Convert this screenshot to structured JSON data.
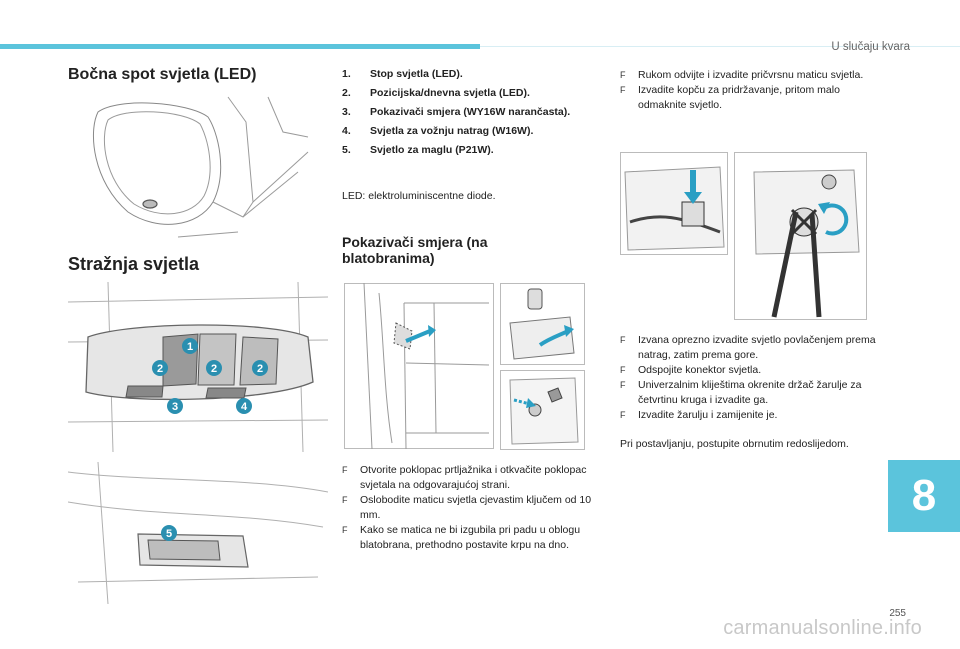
{
  "header": {
    "chapter_title": "U slučaju kvara"
  },
  "sections": {
    "spot_lights_title": "Bočna spot svjetla (LED)",
    "rear_lights_title": "Stražnja svjetla",
    "indicators_title": "Pokazivači smjera (na blatobranima)"
  },
  "rear_lights_list": [
    {
      "num": "1.",
      "text": "Stop svjetla (LED)."
    },
    {
      "num": "2.",
      "text": "Pozicijska/dnevna svjetla (LED)."
    },
    {
      "num": "3.",
      "text": "Pokazivači smjera (WY16W narančasta)."
    },
    {
      "num": "4.",
      "text": "Svjetla za vožnju natrag (W16W)."
    },
    {
      "num": "5.",
      "text": "Svjetlo za maglu (P21W)."
    }
  ],
  "led_note": "LED: elektroluminiscentne diode.",
  "indicator_steps": [
    "Otvorite poklopac prtljažnika i otkvačite poklopac svjetala na odgovarajućoj strani.",
    "Oslobodite maticu svjetla cjevastim ključem od 10 mm.",
    "Kako se matica ne bi izgubila pri padu u oblogu blatobrana, prethodno postavite krpu na dno."
  ],
  "right_steps_1": [
    "Rukom odvijte i izvadite pričvrsnu maticu svjetla.",
    "Izvadite kopču za pridržavanje, pritom malo odmaknite svjetlo."
  ],
  "right_steps_2": [
    "Izvana oprezno izvadite svjetlo povlačenjem prema natrag, zatim prema gore.",
    "Odspojite konektor svjetla.",
    "Univerzalnim kliještima okrenite držač žarulje za četvrtinu kruga i izvadite ga.",
    "Izvadite žarulju i zamijenite je."
  ],
  "closing_note": "Pri postavljanju, postupite obrnutim redoslijedom.",
  "bullet_icon": "F",
  "callouts": {
    "c1": "1",
    "c2": "2",
    "c3": "3",
    "c4": "4",
    "c5": "5"
  },
  "chapter_number": "8",
  "page_number": "255",
  "watermark": "carmanualsonline.info",
  "colors": {
    "accent": "#5bc4dc",
    "callout": "#2a8fb0",
    "arrow": "#2a9fc4"
  }
}
